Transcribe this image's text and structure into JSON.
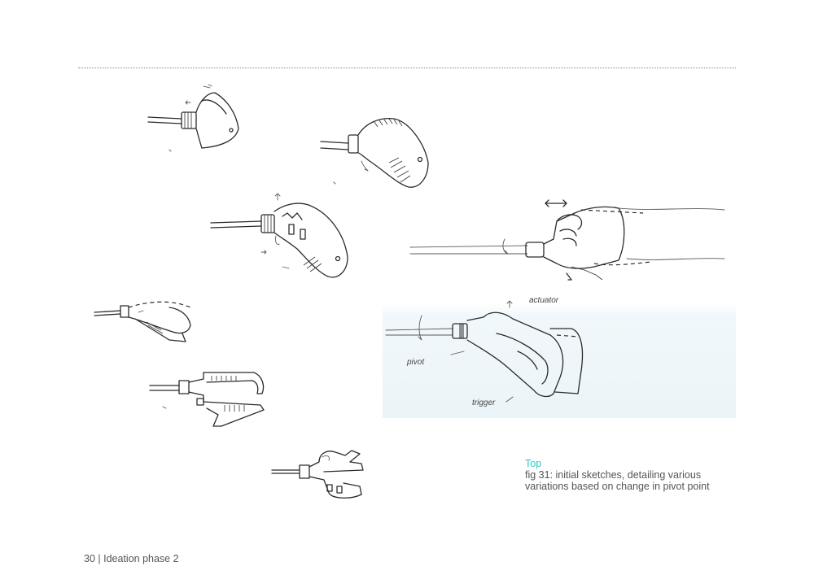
{
  "caption": {
    "heading": "Top",
    "text": "fig 31: initial sketches, detailing various variations based on change in pivot point"
  },
  "footer": {
    "page_number": "30",
    "separator": "|",
    "section": "Ideation phase 2"
  },
  "annotations": {
    "actuator": "actuator",
    "pivot": "pivot",
    "trigger": "trigger"
  },
  "colors": {
    "accent": "#2cc7c6",
    "text": "#555555",
    "rule": "#8a8a8a"
  }
}
